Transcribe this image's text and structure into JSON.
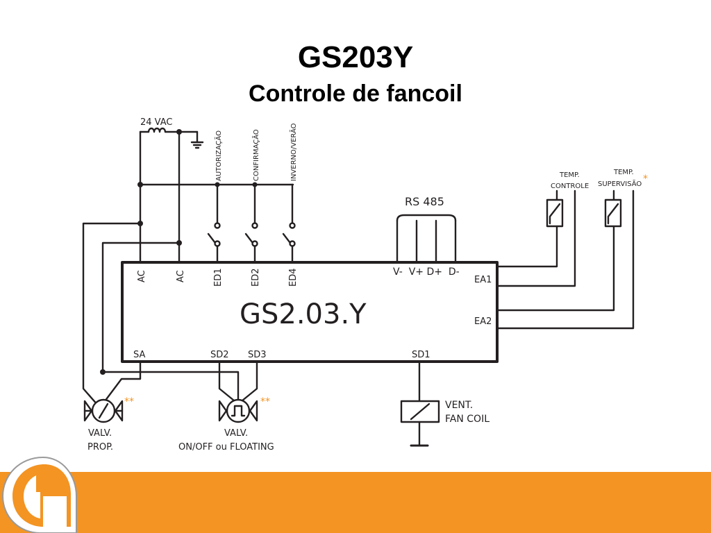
{
  "slide": {
    "title": "GS203Y",
    "subtitle": "Controle de fancoil"
  },
  "diagram": {
    "device_label": "GS2.03.Y",
    "supply_label": "24 VAC",
    "top_terminals": [
      "AC",
      "AC",
      "ED1",
      "ED2",
      "ED4"
    ],
    "digital_input_labels": [
      "AUTORIZAÇÃO",
      "CONFIRMAÇÃO",
      "INVERNO/VERÃO"
    ],
    "rs485_label": "RS 485",
    "rs485_terminals": "V-  V+ D+  D-",
    "ea1_label": "EA1",
    "ea2_label": "EA2",
    "bottom_terminals": [
      "SA",
      "SD2",
      "SD3",
      "SD1"
    ],
    "sensor_control_label": [
      "TEMP.",
      "CONTROLE"
    ],
    "sensor_supervision_label": [
      "TEMP.",
      "SUPERVISÃO"
    ],
    "sensor_supervision_marker": "*",
    "valve_prop_label": [
      "VALV.",
      "PROP."
    ],
    "valve_prop_marker": "**",
    "valve_onoff_label": [
      "VALV.",
      "ON/OFF ou FLOATING"
    ],
    "valve_onoff_marker": "**",
    "fan_label": [
      "VENT.",
      "FAN COIL"
    ]
  },
  "colors": {
    "accent": "#f39423",
    "line": "#231f20",
    "marker": "#f39423",
    "logo_ring": "#9a9a9a"
  }
}
